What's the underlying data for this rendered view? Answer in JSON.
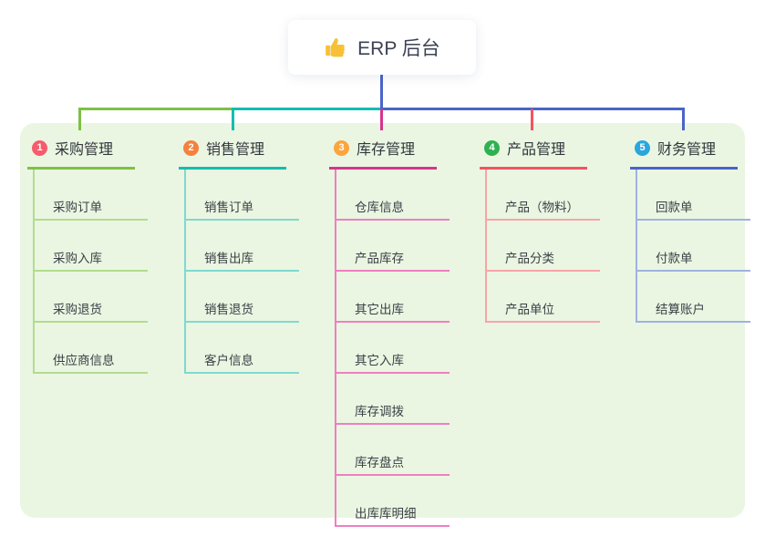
{
  "root": {
    "label": "ERP 后台",
    "icon": "thumbs-up-icon"
  },
  "branches": [
    {
      "index": "1",
      "label": "采购管理",
      "badge_color": "#f75c6d",
      "line_color": "#7cc144",
      "light_color": "#b2dc8e",
      "items": [
        "采购订单",
        "采购入库",
        "采购退货",
        "供应商信息"
      ]
    },
    {
      "index": "2",
      "label": "销售管理",
      "badge_color": "#f5813e",
      "line_color": "#13bdae",
      "light_color": "#7fd9cf",
      "items": [
        "销售订单",
        "销售出库",
        "销售退货",
        "客户信息"
      ]
    },
    {
      "index": "3",
      "label": "库存管理",
      "badge_color": "#fba53c",
      "line_color": "#d6348f",
      "light_color": "#ef7fc0",
      "items": [
        "仓库信息",
        "产品库存",
        "其它出库",
        "其它入库",
        "库存调拨",
        "库存盘点",
        "出库库明细"
      ]
    },
    {
      "index": "4",
      "label": "产品管理",
      "badge_color": "#2eb150",
      "line_color": "#f4545f",
      "light_color": "#f9a3a9",
      "items": [
        "产品（物料）",
        "产品分类",
        "产品单位"
      ]
    },
    {
      "index": "5",
      "label": "财务管理",
      "badge_color": "#29a6dd",
      "line_color": "#4a64c8",
      "light_color": "#9fb2e0",
      "items": [
        "回款单",
        "付款单",
        "结算账户"
      ]
    }
  ],
  "colors": {
    "panel_background": "#eaf6e2",
    "root_drop_line": "#4a64c8",
    "bus_left": "#7cc144",
    "bus_middle": "#13bdae",
    "bus_right": "#4a64c8",
    "drop_branch3": "#d6348f",
    "drop_branch4": "#f4545f",
    "thumb_icon": "#f8c135"
  }
}
